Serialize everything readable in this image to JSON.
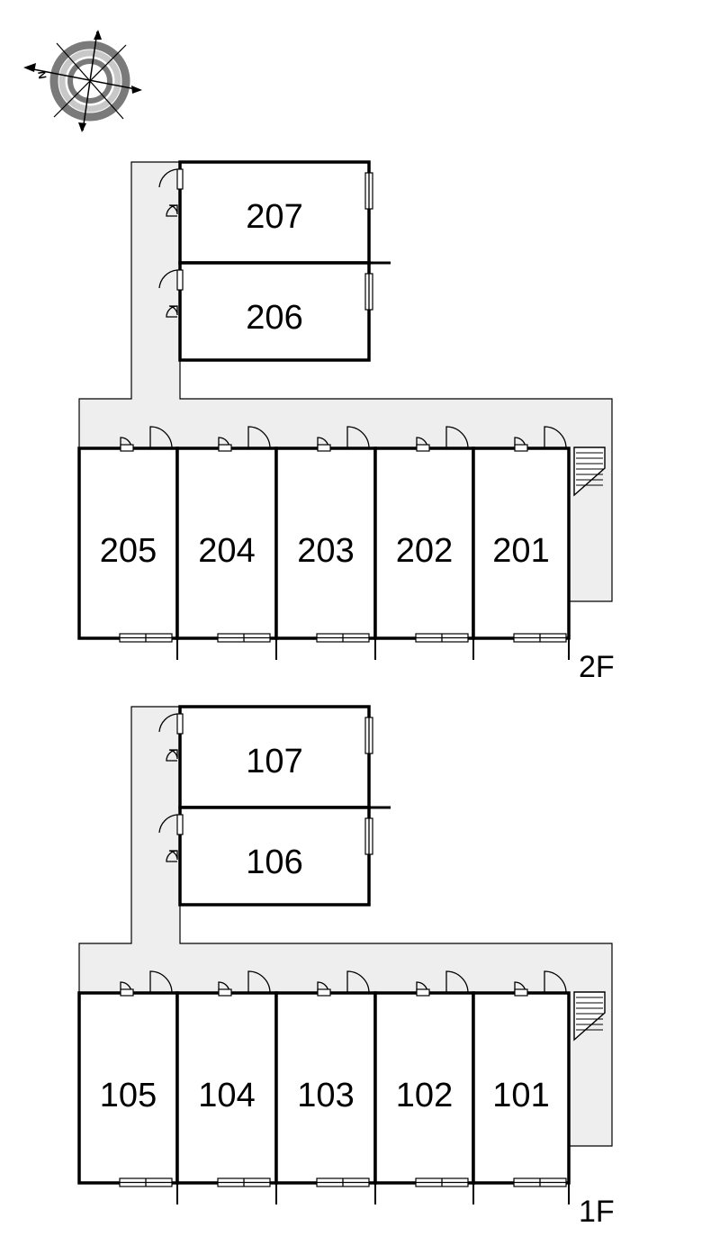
{
  "compass": {
    "north_label": "N",
    "icon": "compass-rose-icon"
  },
  "floors": [
    {
      "label": "2F",
      "rooms_top": [
        "207",
        "206"
      ],
      "rooms_row": [
        "205",
        "204",
        "203",
        "202",
        "201"
      ]
    },
    {
      "label": "1F",
      "rooms_top": [
        "107",
        "106"
      ],
      "rooms_row": [
        "105",
        "104",
        "103",
        "102",
        "101"
      ]
    }
  ]
}
